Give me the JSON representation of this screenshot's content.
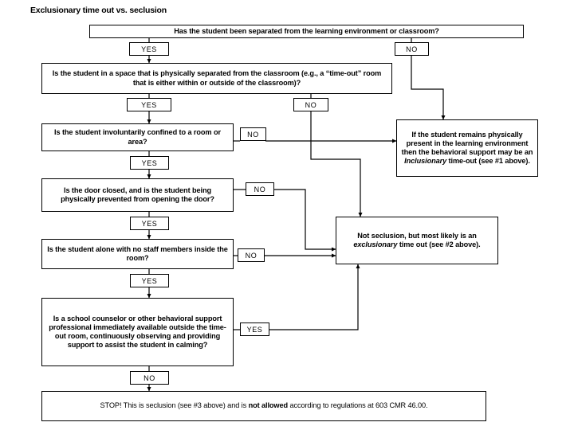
{
  "title": "Exclusionary time out vs. seclusion",
  "nodes": {
    "q1": "Has the student been separated from the learning environment or classroom?",
    "q2": "Is the student in a space that is physically separated from the classroom (e.g., a “time-out” room that is either within or outside of the classroom)?",
    "q3": "Is the student involuntarily confined to a room or area?",
    "q4": "Is the door closed, and is the student being physically prevented from opening the door?",
    "q5": "Is the student alone with no staff members inside the room?",
    "q6": "Is a school counselor or other behavioral support professional immediately available outside the time-out room, continuously observing and providing support to assist the student in calming?",
    "inclusionary_line1": "If the student remains physically present in the learning environment then the behavioral support may be an ",
    "inclusionary_em": "Inclusionary",
    "inclusionary_line2": " time-out (see #1 above).",
    "exclusionary_line1": "Not seclusion, but most likely is an ",
    "exclusionary_em": "exclusionary",
    "exclusionary_line2": " time out (see #2 above).",
    "stop_a": "STOP! This is seclusion (see #3 above) and is ",
    "stop_b": "not allowed",
    "stop_c": " according to regulations at 603 CMR 46.00."
  },
  "labels": {
    "yes1": "YES",
    "no1": "NO",
    "yes2": "YES",
    "no2": "NO",
    "yes3": "YES",
    "no3": "NO",
    "yes4": "YES",
    "no4": "NO",
    "yes5": "YES",
    "no5": "NO",
    "yes6": "YES",
    "no6": "NO"
  },
  "colors": {
    "stroke": "#000000",
    "background": "#ffffff",
    "text": "#000000"
  }
}
